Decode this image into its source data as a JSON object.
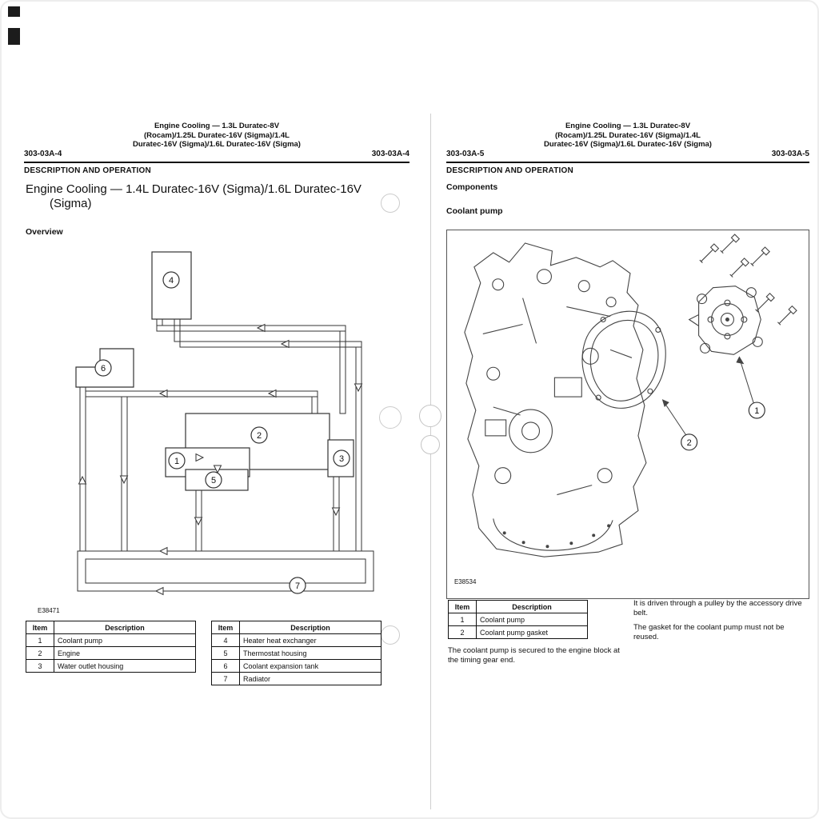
{
  "left_page": {
    "page_code": "303-03A-4",
    "header_title_lines": [
      "Engine Cooling — 1.3L Duratec-8V",
      "(Rocam)/1.25L Duratec-16V (Sigma)/1.4L",
      "Duratec-16V (Sigma)/1.6L Duratec-16V (Sigma)"
    ],
    "section_heading": "DESCRIPTION AND OPERATION",
    "title_line1": "Engine Cooling — 1.4L Duratec-16V (Sigma)/1.6L Duratec-16V",
    "title_line2": "(Sigma)",
    "subsection_heading": "Overview",
    "figure_id": "E38471",
    "callouts": [
      "1",
      "2",
      "3",
      "4",
      "5",
      "6",
      "7"
    ],
    "table_headers": [
      "Item",
      "Description"
    ],
    "table_left_rows": [
      [
        "1",
        "Coolant pump"
      ],
      [
        "2",
        "Engine"
      ],
      [
        "3",
        "Water outlet housing"
      ]
    ],
    "table_right_rows": [
      [
        "4",
        "Heater heat exchanger"
      ],
      [
        "5",
        "Thermostat housing"
      ],
      [
        "6",
        "Coolant expansion tank"
      ],
      [
        "7",
        "Radiator"
      ]
    ]
  },
  "right_page": {
    "page_code": "303-03A-5",
    "header_title_lines": [
      "Engine Cooling — 1.3L Duratec-8V",
      "(Rocam)/1.25L Duratec-16V (Sigma)/1.4L",
      "Duratec-16V (Sigma)/1.6L Duratec-16V (Sigma)"
    ],
    "section_heading": "DESCRIPTION AND OPERATION",
    "subsection_heading": "Components",
    "figure_heading": "Coolant pump",
    "figure_id": "E38534",
    "callouts": [
      "1",
      "2"
    ],
    "table_headers": [
      "Item",
      "Description"
    ],
    "table_rows": [
      [
        "1",
        "Coolant pump"
      ],
      [
        "2",
        "Coolant pump gasket"
      ]
    ],
    "note_left": "The coolant pump is secured to the engine block at the timing gear end.",
    "note_right_1": "It is driven through a pulley by the accessory drive belt.",
    "note_right_2": "The gasket for the coolant pump must not be reused."
  }
}
